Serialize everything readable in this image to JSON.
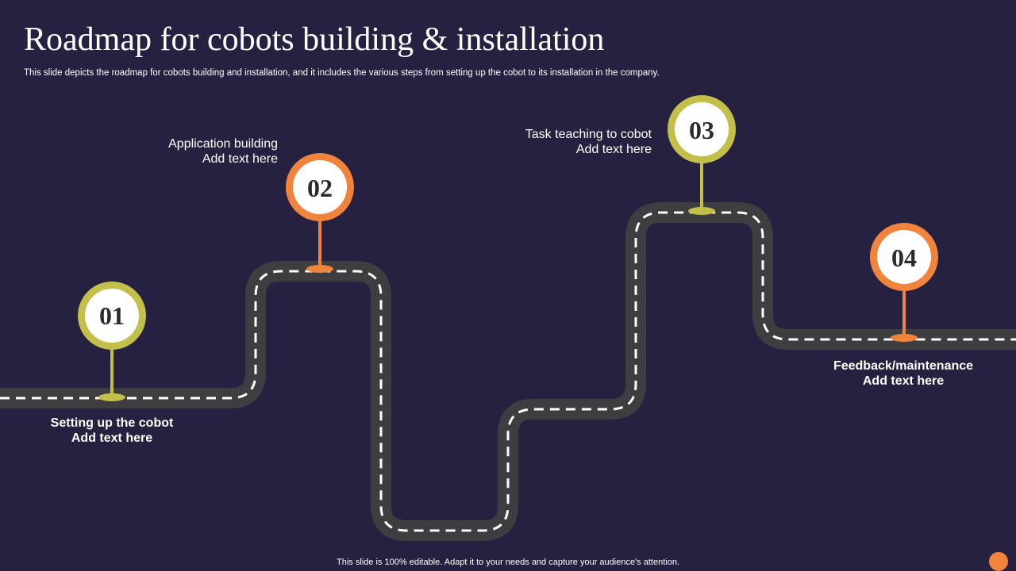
{
  "title": "Roadmap for cobots building & installation",
  "subtitle": "This slide depicts the roadmap for cobots building and installation, and it includes the various steps from setting up the cobot to its installation in the company.",
  "steps": [
    {
      "number": "01",
      "title": "Setting up the cobot",
      "text": "Add text here"
    },
    {
      "number": "02",
      "title": "Application building",
      "text": "Add text here"
    },
    {
      "number": "03",
      "title": "Task teaching to cobot",
      "text": "Add text here"
    },
    {
      "number": "04",
      "title": "Feedback/maintenance",
      "text": "Add text here"
    }
  ],
  "footer": "This slide is 100% editable. Adapt it to your needs and capture your audience's attention.",
  "colors": {
    "background": "#262140",
    "road": "#3e3d40",
    "road_dash": "#ffffff",
    "pin_green": "#c2c04a",
    "pin_orange": "#f0843c",
    "pin_inner": "#ffffff"
  }
}
